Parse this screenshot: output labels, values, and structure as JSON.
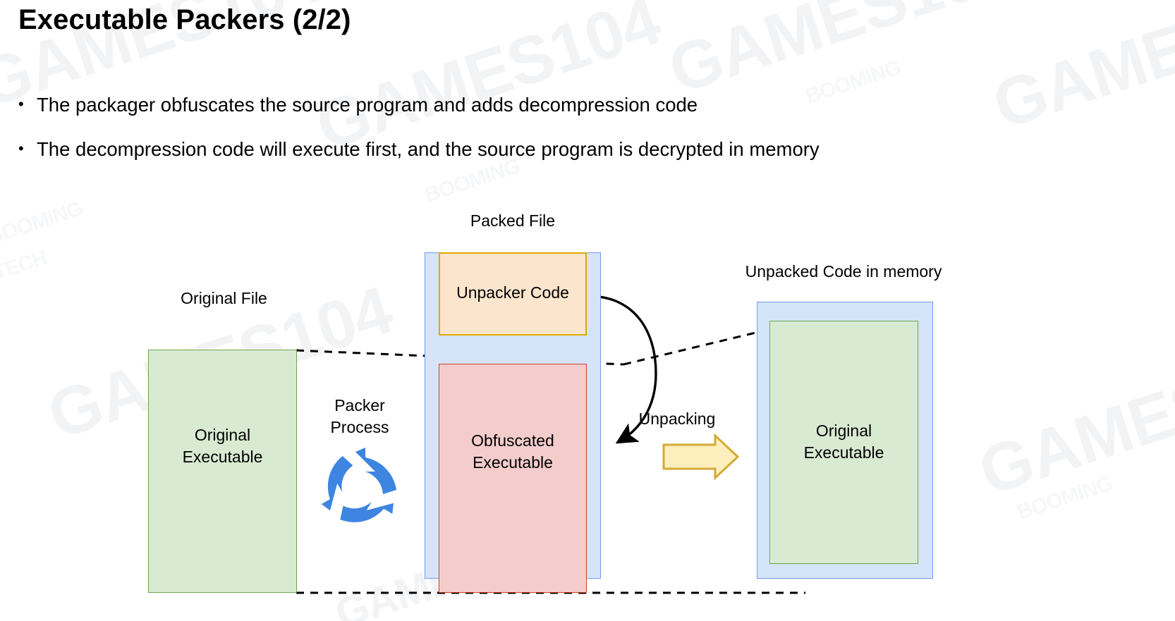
{
  "slide": {
    "title": "Executable Packers (2/2)",
    "bullet_marker": "•",
    "bullets": [
      "The packager obfuscates the source program and adds decompression code",
      "The decompression code will execute first, and the source program is decrypted in memory"
    ]
  },
  "watermark": {
    "brand": "GAMES104",
    "sub_brand": "BOOMING",
    "sub_brand_2": "TECH"
  },
  "diagram": {
    "labels": {
      "original_file": "Original File",
      "packed_file": "Packed File",
      "unpacked_in_memory": "Unpacked Code in memory",
      "packer_process": "Packer\nProcess",
      "unpacking": "Unpacking"
    },
    "boxes": {
      "original_executable": "Original\nExecutable",
      "unpacker_code": "Unpacker Code",
      "obfuscated_executable": "Obfuscated\nExecutable",
      "result_executable": "Original\nExecutable"
    },
    "icons": {
      "packer_process": "recycle-arrows-icon",
      "unpacking": "block-arrow-right-icon",
      "flow": "curved-arrow-icon"
    },
    "colors": {
      "green_fill": "#d9ead3",
      "green_stroke": "#6aa84f",
      "blue_fill": "#d6e4fa",
      "blue_stroke": "#6d9eeb",
      "orange_fill": "#fce5cd",
      "orange_stroke": "#e0a800",
      "red_fill": "#f4cccc",
      "red_stroke": "#cc4125",
      "process_icon": "#3d85e0",
      "unpack_arrow_fill": "#fdeebd",
      "unpack_arrow_stroke": "#d6a935"
    }
  }
}
